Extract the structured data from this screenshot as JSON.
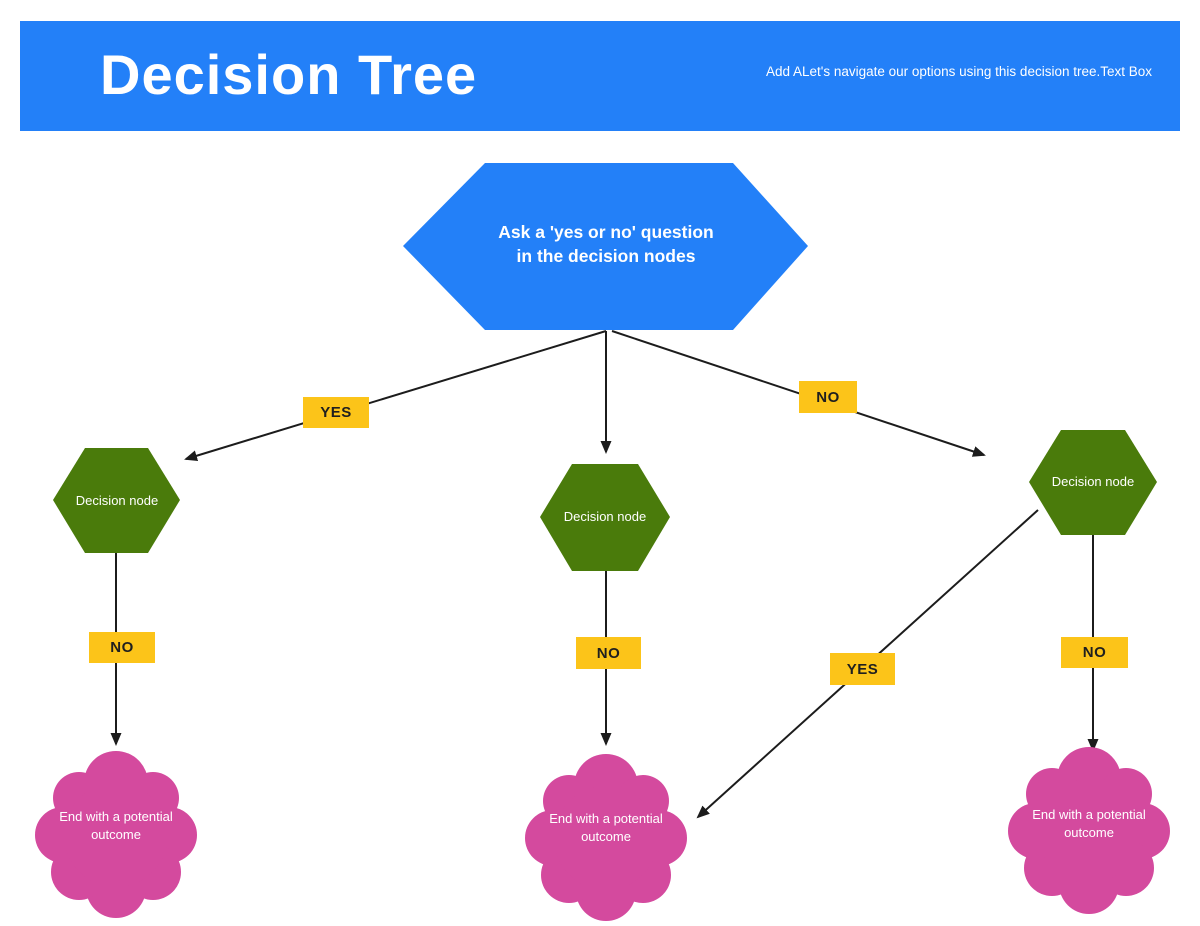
{
  "header": {
    "title": "Decision Tree",
    "note": "Add ALet's navigate our options using this decision tree.Text Box"
  },
  "root": {
    "label_line1": "Ask a 'yes or no' question",
    "label_line2": "in the decision nodes"
  },
  "decisions": {
    "left": {
      "label": "Decision node"
    },
    "middle": {
      "label": "Decision node"
    },
    "right": {
      "label": "Decision node"
    }
  },
  "outcomes": {
    "left": {
      "label": "End with a potential outcome"
    },
    "middle": {
      "label": "End with a potential outcome"
    },
    "right": {
      "label": "End with a potential outcome"
    }
  },
  "edges": {
    "root_to_left": {
      "label": "YES"
    },
    "root_to_right": {
      "label": "NO"
    },
    "left_to_outcome": {
      "label": "NO"
    },
    "middle_to_outcome": {
      "label": "NO"
    },
    "right_to_middle_outcome": {
      "label": "YES"
    },
    "right_to_outcome": {
      "label": "NO"
    }
  },
  "colors": {
    "banner_blue": "#2380F8",
    "node_blue": "#2380F8",
    "node_green": "#4A7B0B",
    "node_pink": "#D44A9E",
    "label_yellow": "#FCC419",
    "arrow_black": "#1C1C1C"
  }
}
